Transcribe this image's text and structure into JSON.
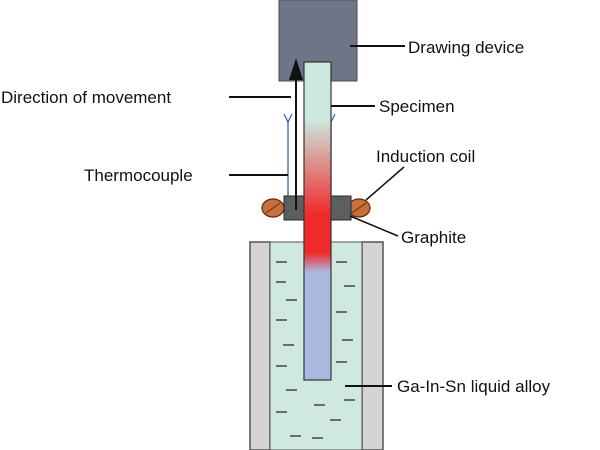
{
  "labels": {
    "drawing_device": "Drawing device",
    "direction_of_movement": "Direction of movement",
    "specimen": "Specimen",
    "thermocouple": "Thermocouple",
    "induction_coil": "Induction coil",
    "graphite": "Graphite",
    "liquid_alloy": "Ga-In-Sn liquid alloy"
  },
  "colors": {
    "drawing_device": "#6f7487",
    "crucible_wall": "#d4d4d4",
    "liquid_alloy": "#cfe9e1",
    "coil": "#c8703a",
    "graphite": "#5e5e5e",
    "thermocouple": "#3a62c8",
    "specimen_top": "#cde9df",
    "specimen_hot": "#f02a2a",
    "specimen_bottom": "#aab8df"
  }
}
